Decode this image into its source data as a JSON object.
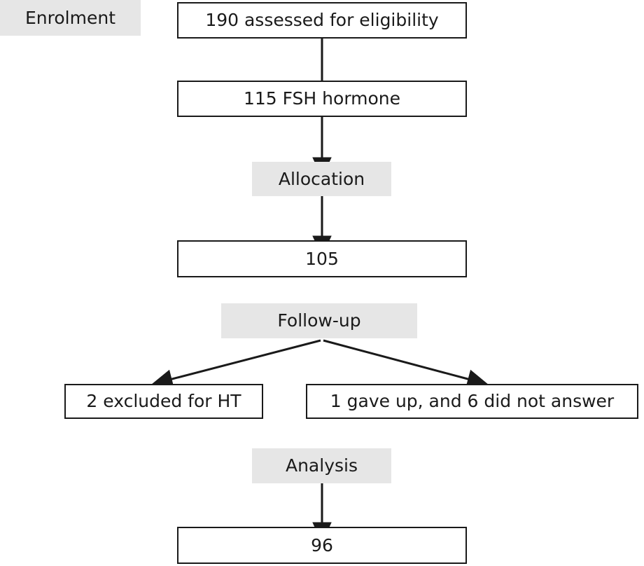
{
  "diagram": {
    "type": "consort-flow-diagram",
    "background_color": "#ffffff",
    "box_border_color": "#1a1a1a",
    "stage_fill_color": "#e6e6e6",
    "text_color": "#1a1a1a",
    "stages": [
      {
        "id": "enrolment",
        "label": "Enrolment"
      },
      {
        "id": "allocation",
        "label": "Allocation"
      },
      {
        "id": "followup",
        "label": "Follow-up"
      },
      {
        "id": "analysis",
        "label": "Analysis"
      }
    ],
    "boxes": [
      {
        "id": "assessed",
        "label": "190 assessed for eligibility"
      },
      {
        "id": "fsh",
        "label": "115 FSH hormone"
      },
      {
        "id": "allocated",
        "label": "105"
      },
      {
        "id": "excluded_ht",
        "label": "2 excluded for HT"
      },
      {
        "id": "gave_up",
        "label": "1 gave up, and 6 did not answer"
      },
      {
        "id": "analysed",
        "label": "96"
      }
    ]
  }
}
